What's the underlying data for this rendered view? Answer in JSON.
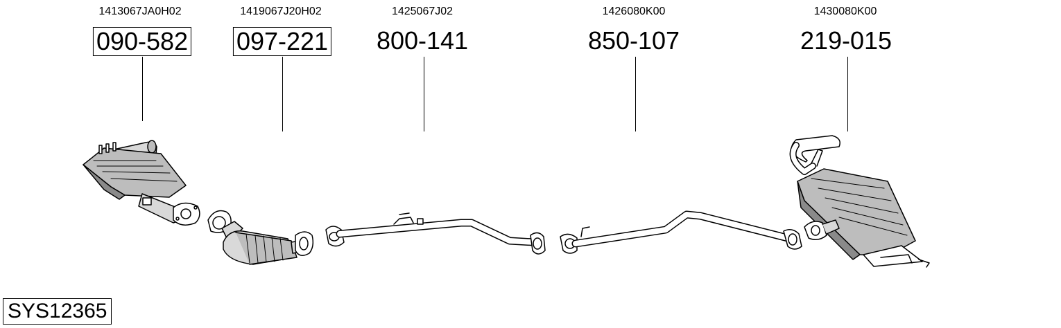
{
  "parts": [
    {
      "oem": "1413067JA0H02",
      "code": "090-582",
      "boxed": true
    },
    {
      "oem": "1419067J20H02",
      "code": "097-221",
      "boxed": true
    },
    {
      "oem": "1425067J02",
      "code": "800-141",
      "boxed": false
    },
    {
      "oem": "1426080K00",
      "code": "850-107",
      "boxed": false
    },
    {
      "oem": "1430080K00",
      "code": "219-015",
      "boxed": false
    }
  ],
  "system_code": "SYS12365",
  "colors": {
    "line": "#000000",
    "fill_light": "#d9d9d9",
    "fill_mid": "#bdbdbd",
    "fill_dark": "#8a8a8a"
  }
}
